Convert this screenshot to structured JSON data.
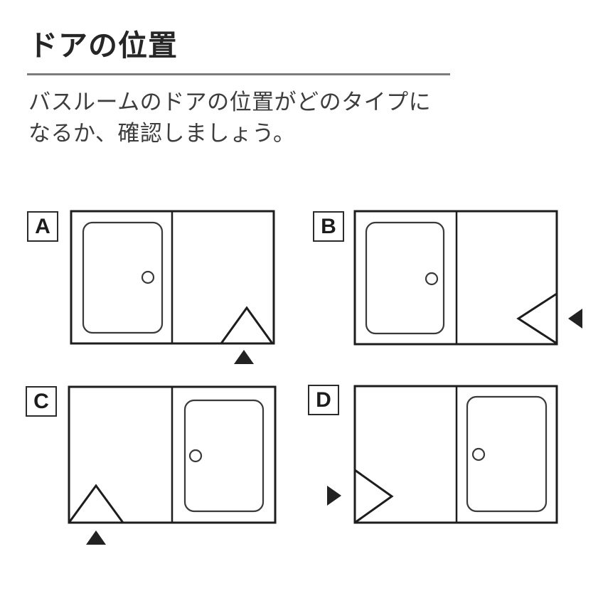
{
  "header": {
    "title": "ドアの位置"
  },
  "intro": {
    "line1": "バスルームのドアの位置がどのタイプに",
    "line2": "なるか、確認しましょう。"
  },
  "diagrams": [
    {
      "label": "A",
      "bathtub_side": "left",
      "door_position": "bottom-edge-right-corner",
      "entry_arrow_direction": "up"
    },
    {
      "label": "B",
      "bathtub_side": "left",
      "door_position": "right-edge-bottom-corner",
      "entry_arrow_direction": "left"
    },
    {
      "label": "C",
      "bathtub_side": "right",
      "door_position": "bottom-edge-left-corner",
      "entry_arrow_direction": "up"
    },
    {
      "label": "D",
      "bathtub_side": "right",
      "door_position": "left-edge-bottom-corner",
      "entry_arrow_direction": "right"
    }
  ],
  "colors": {
    "line": "#1d1d1d",
    "title_text": "#262626",
    "body_text": "#3d3d3d",
    "rule": "#7c7c7c",
    "background": "#ffffff"
  }
}
